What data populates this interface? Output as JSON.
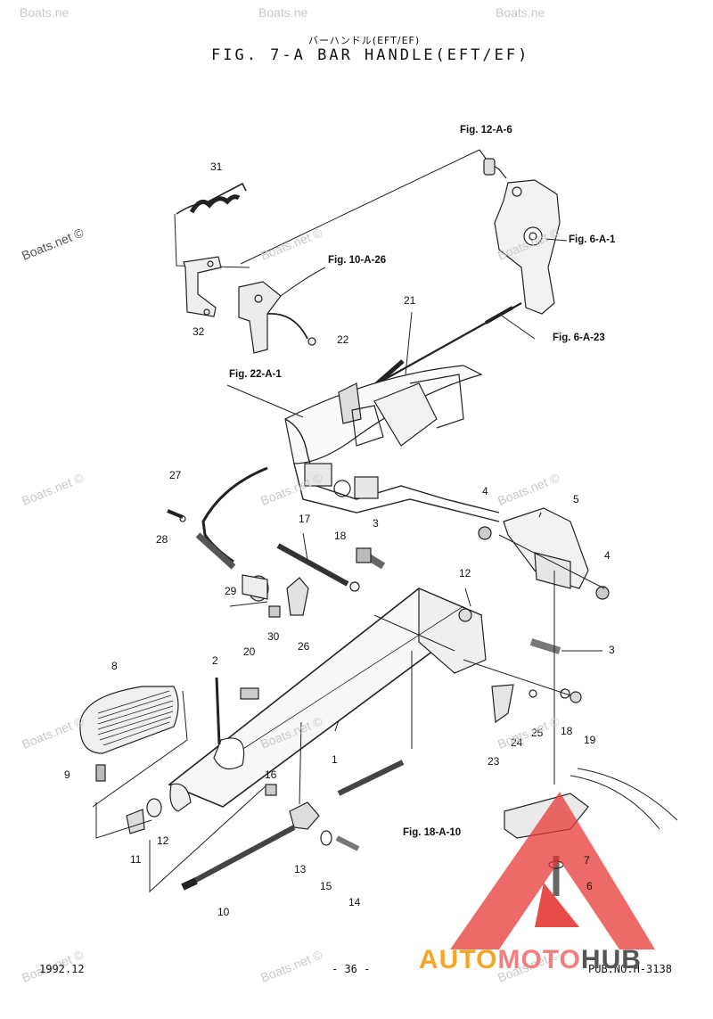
{
  "header": {
    "title_jp": "バーハンドル(EFT/EF)",
    "title": "FIG.  7-A BAR HANDLE(EFT/EF)"
  },
  "references": {
    "fig_12_a_6": "Fig. 12-A-6",
    "fig_6_a_1": "Fig. 6-A-1",
    "fig_10_a_26": "Fig. 10-A-26",
    "fig_6_a_23": "Fig. 6-A-23",
    "fig_22_a_1": "Fig. 22-A-1",
    "fig_18_a_10": "Fig. 18-A-10"
  },
  "part_numbers": {
    "p1": "1",
    "p2": "2",
    "p3a": "3",
    "p3b": "3",
    "p4a": "4",
    "p4b": "4",
    "p5": "5",
    "p6": "6",
    "p7": "7",
    "p8": "8",
    "p9": "9",
    "p10": "10",
    "p11": "11",
    "p12a": "12",
    "p12b": "12",
    "p13": "13",
    "p14": "14",
    "p15": "15",
    "p16": "16",
    "p17": "17",
    "p18a": "18",
    "p18b": "18",
    "p19": "19",
    "p20": "20",
    "p21": "21",
    "p22": "22",
    "p23": "23",
    "p24": "24",
    "p25": "25",
    "p26": "26",
    "p27": "27",
    "p28": "28",
    "p29": "29",
    "p30": "30",
    "p31": "31",
    "p32": "32"
  },
  "watermarks": {
    "boats_net": "Boats.net ©",
    "boats_short": "Boats.ne"
  },
  "footer": {
    "date": "1992.12",
    "page": "- 36 -",
    "pub_no": "PUB.NO.H-3138"
  },
  "brand": {
    "auto": "AUTO",
    "moto": "MOTO",
    "hub": "HUB",
    "colors": {
      "auto": "#f5a623",
      "moto": "#f08080",
      "hub": "#555555",
      "triangle": "#e53935"
    }
  }
}
